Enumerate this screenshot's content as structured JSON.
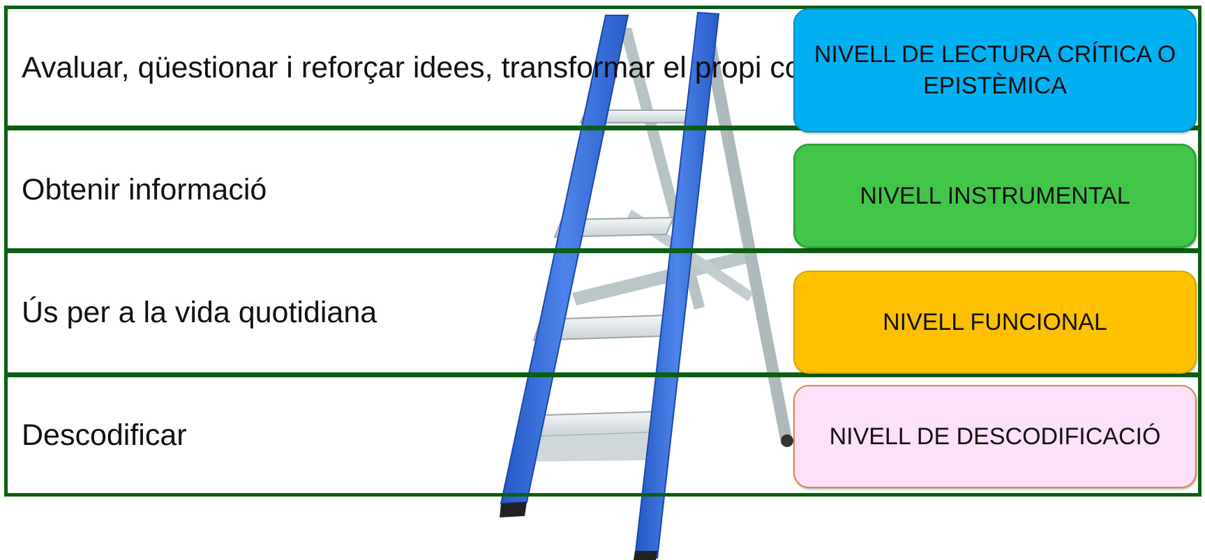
{
  "rows": [
    {
      "description": "Avaluar, qüestionar i reforçar idees, transformar el propi coneixement",
      "level": "NIVELL DE LECTURA CRÍTICA O EPISTÈMICA",
      "color": "#00b0f0"
    },
    {
      "description": "Obtenir informació",
      "level": "NIVELL INSTRUMENTAL",
      "color": "#41c64a"
    },
    {
      "description": "Ús per a la vida quotidiana",
      "level": "NIVELL FUNCIONAL",
      "color": "#ffc000"
    },
    {
      "description": "Descodificar",
      "level": "NIVELL DE DESCODIFICACIÓ",
      "color": "#fde0fa"
    }
  ],
  "colors": {
    "frame": "#0b5e12",
    "ladder_rails": "#3a6fd8",
    "ladder_steps": "#dfe6ea",
    "ladder_back": "#b8c3c6"
  },
  "illustration": "ladder-icon"
}
